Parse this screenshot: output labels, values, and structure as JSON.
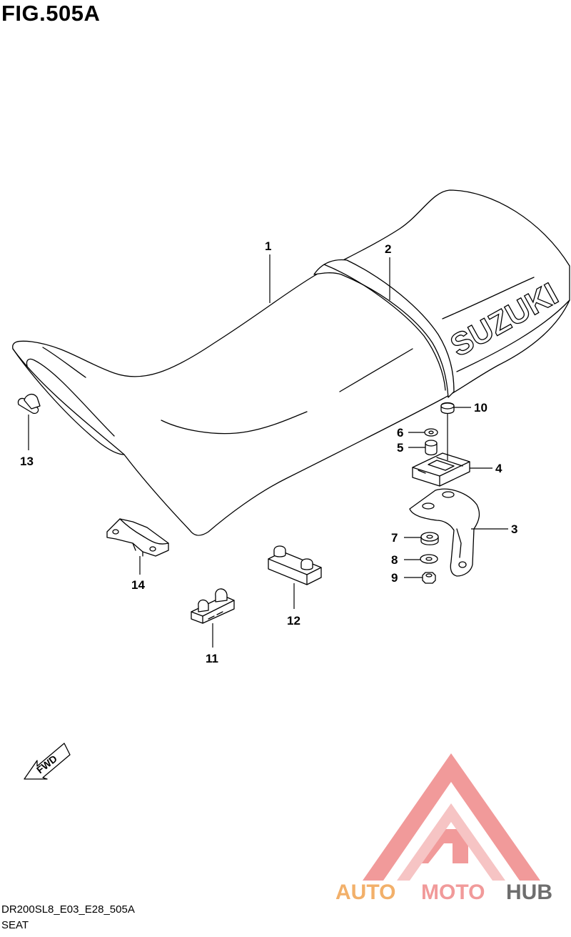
{
  "header": {
    "figure_title": "FIG.505A"
  },
  "footer": {
    "diagram_code": "DR200SL8_E03_E28_505A",
    "section_name": "SEAT"
  },
  "seat": {
    "logo_text": "SUZUKI"
  },
  "fwd_arrow": {
    "label": "FWD"
  },
  "watermark": {
    "part1": "AUTO",
    "part2": "MOTO",
    "part3": "HUB",
    "color_light": "#f19a9a",
    "color_mid": "#f2b06a",
    "color_dark": "#6e6e6e"
  },
  "callouts": [
    {
      "id": "1",
      "label": "1"
    },
    {
      "id": "2",
      "label": "2"
    },
    {
      "id": "3",
      "label": "3"
    },
    {
      "id": "4",
      "label": "4"
    },
    {
      "id": "5",
      "label": "5"
    },
    {
      "id": "6",
      "label": "6"
    },
    {
      "id": "7",
      "label": "7"
    },
    {
      "id": "8",
      "label": "8"
    },
    {
      "id": "9",
      "label": "9"
    },
    {
      "id": "10",
      "label": "10"
    },
    {
      "id": "11",
      "label": "11"
    },
    {
      "id": "12",
      "label": "12"
    },
    {
      "id": "13",
      "label": "13"
    },
    {
      "id": "14",
      "label": "14"
    }
  ]
}
